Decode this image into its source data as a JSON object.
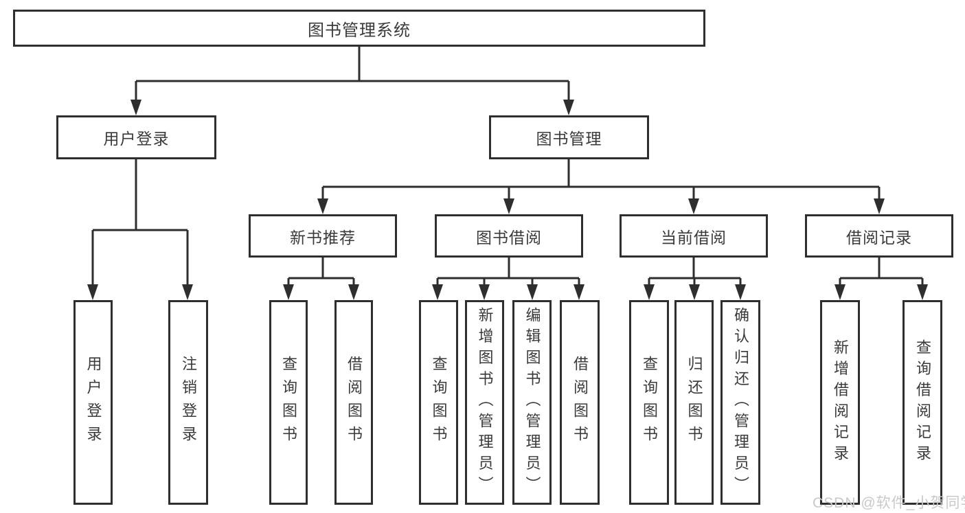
{
  "diagram": {
    "title": "图书管理系统",
    "root": {
      "label": "图书管理系统"
    },
    "level2": [
      {
        "id": "user-login",
        "label": "用户登录"
      },
      {
        "id": "book-management",
        "label": "图书管理"
      }
    ],
    "level3": [
      {
        "id": "new-book-recommend",
        "label": "新书推荐"
      },
      {
        "id": "book-borrowing",
        "label": "图书借阅"
      },
      {
        "id": "current-borrowing",
        "label": "当前借阅"
      },
      {
        "id": "borrowing-records",
        "label": "借阅记录"
      }
    ],
    "leaves": {
      "user_login": [
        "用户登录",
        "注销登录"
      ],
      "new_books": [
        "查询图书",
        "借阅图书"
      ],
      "borrow": [
        "查询图书",
        "新增图书（管理员）",
        "编辑图书（管理员）",
        "借阅图书"
      ],
      "current": [
        "查询图书",
        "归还图书",
        "确认归还（管理员）"
      ],
      "records": [
        "新增借阅记录",
        "查询借阅记录"
      ]
    },
    "colors": {
      "line": "#2e2e2e",
      "border": "#2e2e2e",
      "text": "#3a3a3a",
      "background": "#ffffff",
      "watermark": "#c9c9c9"
    }
  },
  "watermark": {
    "text": "CSDN @软件_小贺同学"
  }
}
